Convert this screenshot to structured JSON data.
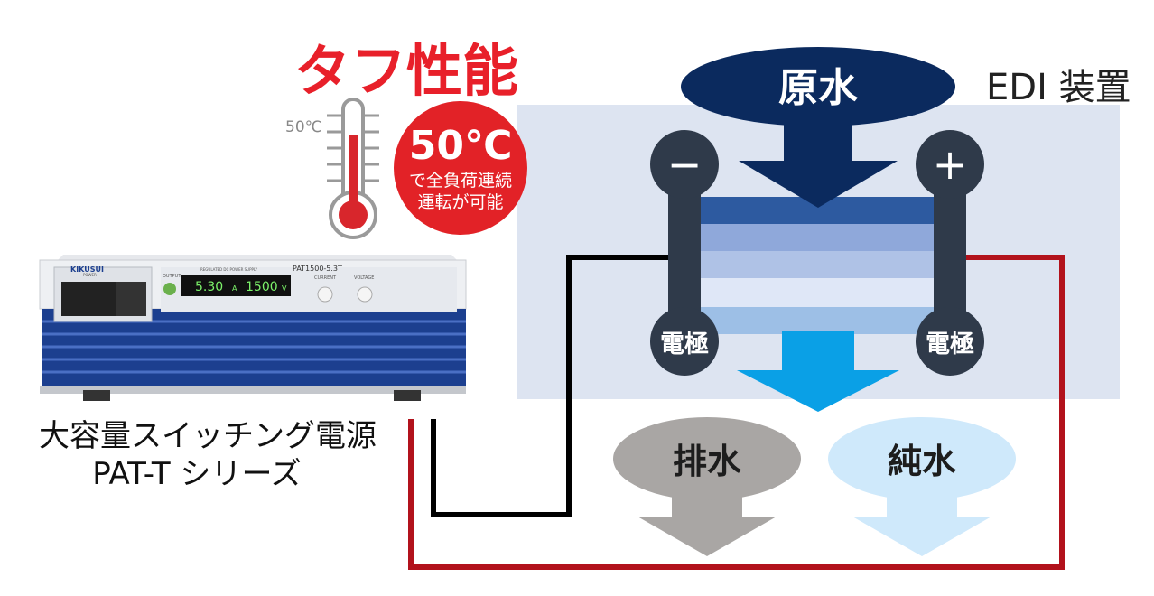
{
  "title": "タフ性能",
  "thermometer": {
    "label": "50℃"
  },
  "badge": {
    "temp": "50℃",
    "line1": "で全負荷連続",
    "line2": "運転が可能"
  },
  "device": {
    "brand": "KIKUSUI",
    "model": "PAT1500-5.3T",
    "header": "REGULATED DC POWER SUPPLY",
    "power_label": "POWER",
    "output_label": "OUTPUT",
    "current_display": "5.30",
    "current_unit": "A",
    "voltage_display": "1500",
    "voltage_unit": "V",
    "current_knob": "CURRENT",
    "voltage_knob": "VOLTAGE"
  },
  "caption": {
    "line1": "大容量スイッチング電源",
    "line2": "PAT-T シリーズ"
  },
  "edi": {
    "label": "EDI 装置",
    "inlet": "原水",
    "electrode_left_sign": "−",
    "electrode_right_sign": "+",
    "electrode_left": "電極",
    "electrode_right": "電極",
    "outlet_waste": "排水",
    "outlet_pure": "純水"
  },
  "colors": {
    "title_red": "#e8202a",
    "badge_red": "#e22227",
    "navy": "#0b2a5e",
    "electrode": "#2f3a4a",
    "edi_bg": "#dde4f1",
    "wire_red": "#b2121c",
    "wire_black": "#000000",
    "pure_arrow": "#0aa0e6",
    "waste": "#a9a6a4",
    "pure": "#cfe9fb"
  }
}
